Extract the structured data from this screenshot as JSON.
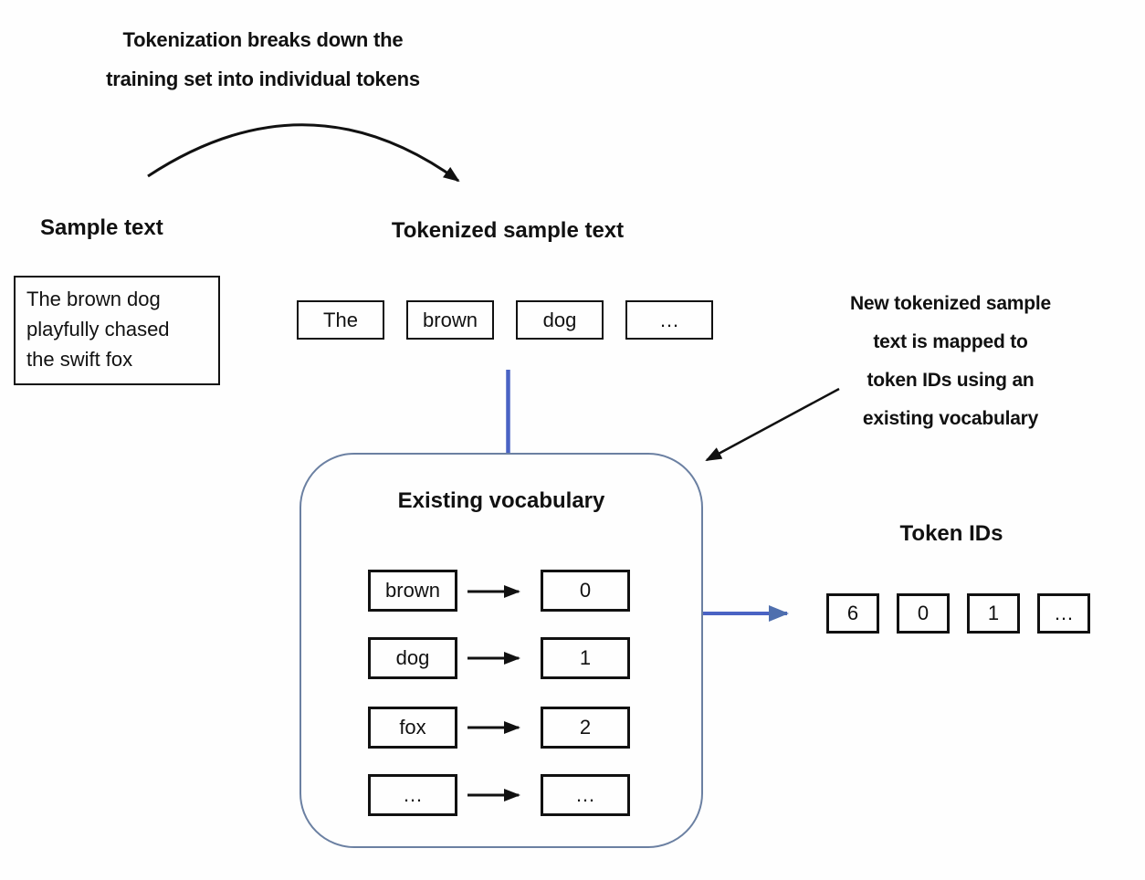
{
  "colors": {
    "ink": "#111111",
    "line_blue": "#4a63c4",
    "arrow_blue": "#4f6fae",
    "panel_border": "#6b80a2",
    "background": "#fefefe"
  },
  "notes": {
    "top": "Tokenization breaks down the\ntraining set into individual tokens",
    "right": "New tokenized sample\ntext is mapped to\ntoken IDs using an\nexisting vocabulary"
  },
  "sample": {
    "heading": "Sample text",
    "text": "The brown dog\nplayfully chased\nthe swift fox"
  },
  "tokenized": {
    "heading": "Tokenized sample text",
    "tokens": [
      "The",
      "brown",
      "dog",
      "…"
    ]
  },
  "vocabulary": {
    "heading": "Existing vocabulary",
    "rows": [
      {
        "token": "brown",
        "id": "0"
      },
      {
        "token": "dog",
        "id": "1"
      },
      {
        "token": "fox",
        "id": "2"
      },
      {
        "token": "…",
        "id": "…"
      }
    ]
  },
  "token_ids": {
    "heading": "Token IDs",
    "values": [
      "6",
      "0",
      "1",
      "…"
    ]
  }
}
